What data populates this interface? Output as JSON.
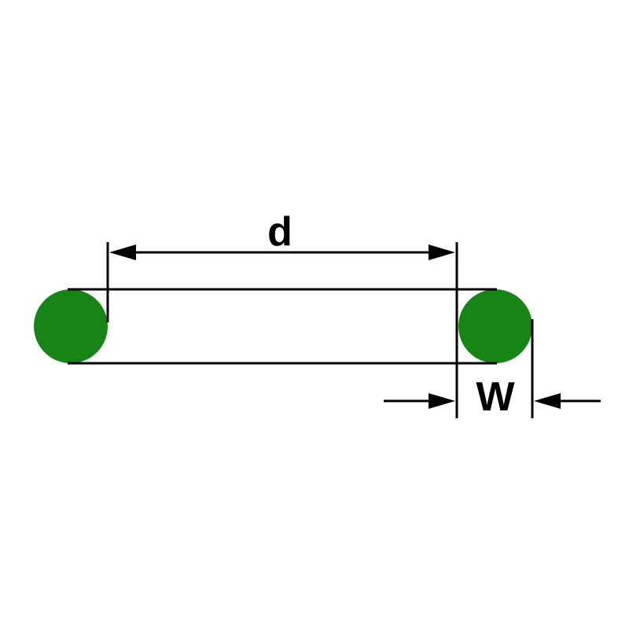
{
  "diagram": {
    "type": "o-ring-dimension-drawing",
    "labels": {
      "inner_diameter": "d",
      "cross_section_width": "W"
    },
    "colors": {
      "ring_fill": "#168516",
      "line": "#000000",
      "background": "#ffffff"
    }
  }
}
